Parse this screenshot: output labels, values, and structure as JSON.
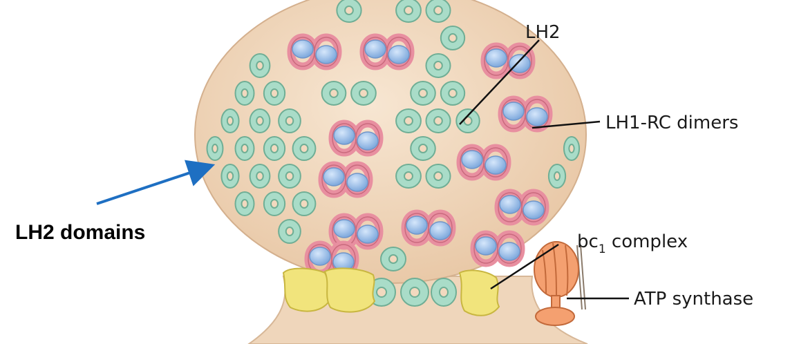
{
  "labels": {
    "lh2": "LH2",
    "lh1_rc": "LH1-RC dimers",
    "bc1_base": "bc",
    "bc1_sub": "1",
    "bc1_rest": " complex",
    "atp": "ATP synthase",
    "lh2_domains": "LH2 domains"
  },
  "colors": {
    "membrane": "#f2d9bf",
    "membrane_stroke": "#d9b99a",
    "lh2_ring": "#a9dcc8",
    "lh2_ring_stroke": "#6fae95",
    "lh1_ring": "#e88fa0",
    "rc_ball": "#a9c9ef",
    "bc1": "#f1e47c",
    "atp": "#f4a070",
    "arrow": "#1e6fc2"
  },
  "icons": {
    "arrow": "arrow-icon"
  }
}
